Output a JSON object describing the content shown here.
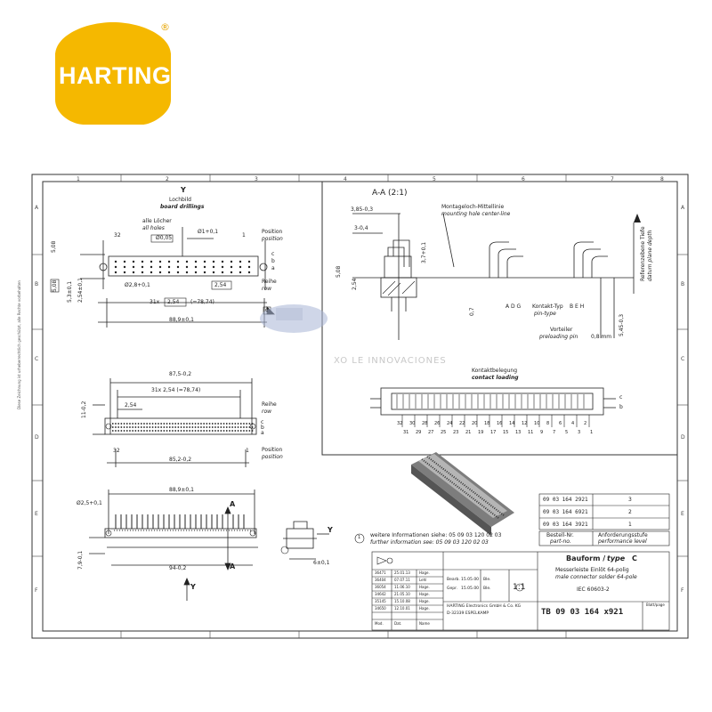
{
  "logo": {
    "text": "HARTING",
    "registered": "®",
    "colors": {
      "yellow": "#f5b800",
      "white": "#ffffff"
    }
  },
  "frame": {
    "col_numbers": [
      "1",
      "2",
      "3",
      "4",
      "5",
      "6",
      "7",
      "8"
    ],
    "row_letters": [
      "A",
      "B",
      "C",
      "D",
      "E",
      "F"
    ],
    "side_note": "Diese Zeichnung ist urheberrechtlich geschützt, alle Rechte vorbehalten"
  },
  "board_drillings": {
    "view_label": "Y",
    "title_de": "Lochbild",
    "title_en": "board drillings",
    "all_holes_de": "alle Löcher",
    "all_holes_en": "all holes",
    "hole_tol": "Ø0,05",
    "hole_dia": "Ø1+0,1",
    "pin_32": "32",
    "pin_1": "1",
    "position_de": "Position",
    "position_en": "position",
    "row_de": "Reihe",
    "row_en": "row",
    "row_c": "c",
    "row_b": "b",
    "row_a": "a",
    "dim_508": "5,08",
    "dim_53": "5,3±0,1",
    "dim_254a": "2,54±0,1",
    "mount_hole": "Ø2,8+0,1",
    "dim_254box": "2,54",
    "pitch": "31x",
    "pitch_box": "2,54",
    "pitch_total": "(=78,74)",
    "width": "88,9±0,1",
    "marker_c": "c"
  },
  "top_view": {
    "width": "87,5-0,2",
    "pitch_text": "31x 2,54 (=78,74)",
    "dim_254": "2,54",
    "height": "11-0,2",
    "row_de": "Reihe",
    "row_en": "row",
    "row_c": "c",
    "row_b": "b",
    "row_a": "a",
    "pin_32": "32",
    "pin_1": "1",
    "bottom_dim": "85,2-0,2",
    "position_de": "Position",
    "position_en": "position"
  },
  "front_view": {
    "width": "88,9±0,1",
    "hole": "Ø2,5+0,1",
    "section_mark": "A",
    "section_mark_b": "A",
    "height": "7,9-0,1",
    "bottom_dim": "94-0,2",
    "view_y": "Y",
    "side_dim": "6±0,1",
    "side_y": "Y"
  },
  "section_aa": {
    "title": "A-A (2:1)",
    "dim_385": "3,85-0,3",
    "dim_3": "3-0,4",
    "dim_508": "5,08",
    "dim_254": "2,54",
    "dim_37": "3,7+0,1",
    "dim_07": "0,7",
    "mount_line_de": "Montageloch-Mittellinie",
    "mount_line_en": "mounting hole center-line",
    "contact_type_de": "Kontakt-Typ",
    "contact_type_en": "pin-type",
    "contact_codes_left": "A D G",
    "contact_codes_right": "B E H",
    "preload_de": "Vorteiler",
    "preload_en": "preloading pin",
    "preload_val": "0,8 mm",
    "plane_de": "Referenzebene Tiefe",
    "plane_en": "datum plane depth",
    "dim_545": "5,45-0,3"
  },
  "contact_loading": {
    "title_de": "Kontaktbelegung",
    "title_en": "contact loading",
    "row_c": "c",
    "row_b": "b",
    "even_numbers": [
      "32",
      "30",
      "28",
      "26",
      "24",
      "22",
      "20",
      "18",
      "16",
      "14",
      "12",
      "10",
      "8",
      "6",
      "4",
      "2"
    ],
    "odd_numbers": [
      "31",
      "29",
      "27",
      "25",
      "23",
      "21",
      "19",
      "17",
      "15",
      "13",
      "11",
      "9",
      "7",
      "5",
      "3",
      "1"
    ]
  },
  "watermark": "XO LE INNOVACIONES",
  "variants_table": {
    "rows": [
      {
        "part": "09 03 164 2921",
        "level": "3"
      },
      {
        "part": "09 03 164 6921",
        "level": "2"
      },
      {
        "part": "09 03 164 3921",
        "level": "1"
      }
    ],
    "col1_de": "Bestell-Nr.",
    "col1_en": "part-no.",
    "col2_de": "Anforderungsstufe",
    "col2_en": "performance level"
  },
  "further_info": {
    "marker": "1",
    "line_de": "weitere Informationen siehe: 05 09 03 120 02 03",
    "line_en": "further information see: 05 09 03 120 02 03"
  },
  "title_block": {
    "type_de": "Bauform /",
    "type_en": "type",
    "type_val": "C",
    "desc1": "Messerleiste Einlöt 64-polig",
    "desc2": "male connector solder 64-pole",
    "standard": "IEC 60603-2",
    "scale": "1:1",
    "drawing_no": "TB 09 03 164 x921",
    "company1": "HARTING Electronics GmbH & Co. KG",
    "company2": "D-32339 ESPELKAMP",
    "page": "Blatt/page",
    "mod_header": "Mod.",
    "date_header": "Dat.",
    "name_header": "Name",
    "rev_rows": [
      {
        "mod": "36471",
        "date": "25.01.13",
        "name": "Hage."
      },
      {
        "mod": "36404",
        "date": "07.07.11",
        "name": "Lehl"
      },
      {
        "mod": "36054",
        "date": "11.06.10",
        "name": "Hage."
      },
      {
        "mod": "34642",
        "date": "21.05.10",
        "name": "Hage."
      },
      {
        "mod": "35145",
        "date": "15.10.08",
        "name": "Hage."
      },
      {
        "mod": "34650",
        "date": "12.10.01",
        "name": "Hage."
      }
    ],
    "bearb": "Bearb.",
    "gepr": "Gepr.",
    "bearb_date": "15.05.00",
    "bearb_name": "Ble.",
    "gepr_date": "15.05.00",
    "gepr_name": "Ble."
  }
}
